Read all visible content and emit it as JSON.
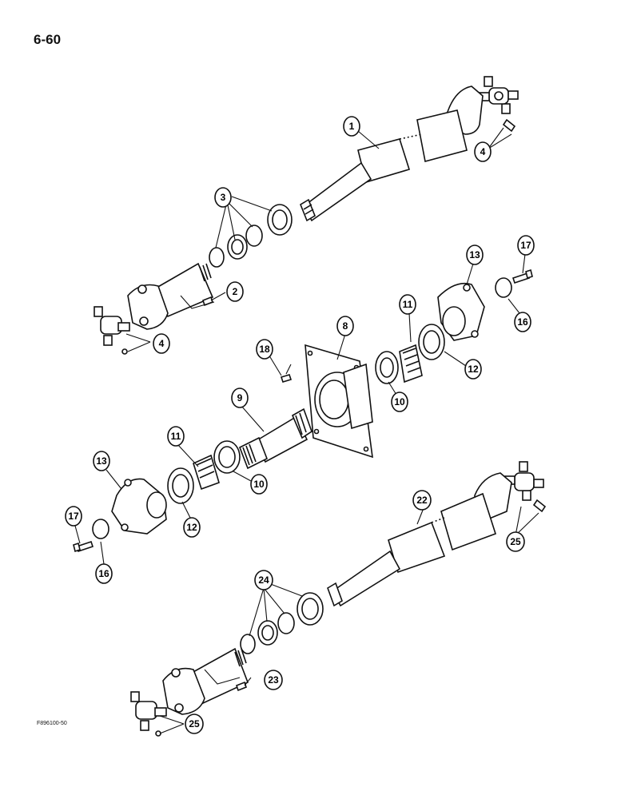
{
  "page_number": "6-60",
  "figure_code": "F896100-50",
  "callouts": [
    "1",
    "2",
    "3",
    "4",
    "4",
    "8",
    "9",
    "10",
    "10",
    "11",
    "11",
    "12",
    "12",
    "13",
    "13",
    "16",
    "16",
    "17",
    "17",
    "18",
    "22",
    "23",
    "24",
    "25",
    "25"
  ]
}
